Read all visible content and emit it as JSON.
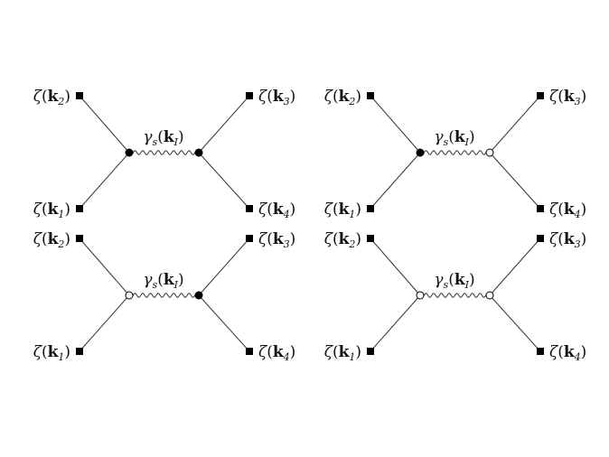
{
  "diagrams": [
    {
      "vertices": [
        "filled",
        "filled"
      ],
      "external": {
        "k1": "1",
        "k2": "2",
        "k3": "3",
        "k4": "4"
      },
      "propagator": {
        "field": "γ",
        "field_sub": "s",
        "momentum": "k",
        "momentum_sub": "I"
      }
    },
    {
      "vertices": [
        "filled",
        "open"
      ],
      "external": {
        "k1": "1",
        "k2": "2",
        "k3": "3",
        "k4": "4"
      },
      "propagator": {
        "field": "γ",
        "field_sub": "s",
        "momentum": "k",
        "momentum_sub": "I"
      }
    },
    {
      "vertices": [
        "open",
        "filled"
      ],
      "external": {
        "k1": "1",
        "k2": "2",
        "k3": "3",
        "k4": "4"
      },
      "propagator": {
        "field": "γ",
        "field_sub": "s",
        "momentum": "k",
        "momentum_sub": "I"
      }
    },
    {
      "vertices": [
        "open",
        "open"
      ],
      "external": {
        "k1": "1",
        "k2": "2",
        "k3": "3",
        "k4": "4"
      },
      "propagator": {
        "field": "γ",
        "field_sub": "s",
        "momentum": "k",
        "momentum_sub": "I"
      }
    }
  ],
  "symbols": {
    "external_field": "ζ",
    "external_momentum": "k",
    "open_paren": "(",
    "close_paren": ")"
  },
  "colors": {
    "line": "#333333",
    "vertex_filled": "#000000",
    "vertex_open": "#ffffff"
  }
}
